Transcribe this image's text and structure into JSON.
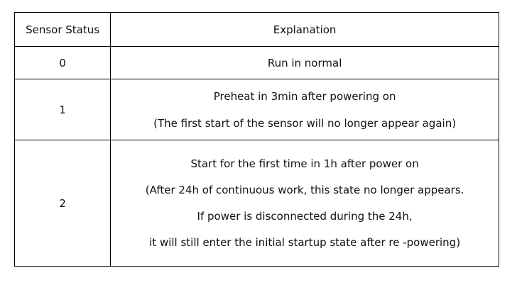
{
  "table": {
    "headers": [
      "Sensor Status",
      "Explanation"
    ],
    "rows": [
      {
        "status": "0",
        "explanation": [
          "Run in normal"
        ]
      },
      {
        "status": "1",
        "explanation": [
          "Preheat in 3min after powering on",
          "(The first start of the sensor will no longer appear again)"
        ]
      },
      {
        "status": "2",
        "explanation": [
          "Start for the first time in 1h after power on",
          "(After 24h of continuous work, this state no longer appears.",
          "If power is disconnected during the 24h,",
          "it will still enter the initial startup state after re -powering)"
        ]
      }
    ]
  }
}
